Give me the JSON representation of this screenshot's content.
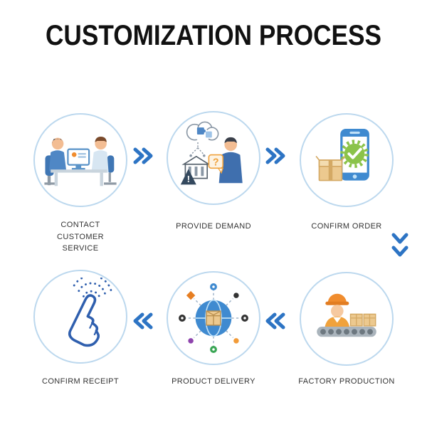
{
  "title": "CUSTOMIZATION PROCESS",
  "steps": [
    {
      "id": "contact-customer-service",
      "label": "CONTACT CUSTOMER SERVICE"
    },
    {
      "id": "provide-demand",
      "label": "PROVIDE DEMAND"
    },
    {
      "id": "confirm-order",
      "label": "CONFIRM ORDER"
    },
    {
      "id": "factory-production",
      "label": "FACTORY PRODUCTION"
    },
    {
      "id": "product-delivery",
      "label": "PRODUCT DELIVERY"
    },
    {
      "id": "confirm-receipt",
      "label": "CONFIRM RECEIPT"
    }
  ],
  "icons": {
    "question_mark": "?",
    "exclamation": "!"
  },
  "colors": {
    "arrow_blue": "#2d74c4",
    "circle_border": "#bcd8ee",
    "title_text": "#111111",
    "label_text": "#333333",
    "illustration_blue": "#3f8ad0",
    "check_green": "#8bc34a",
    "node_green": "#3aa655",
    "worker_orange": "#f08c2e",
    "bubble_orange": "#f0a23c",
    "box_tan": "#ecc98f",
    "hand_outline_blue": "#2f5fae",
    "node_purple": "#8e44ad",
    "node_dark": "#333333"
  }
}
